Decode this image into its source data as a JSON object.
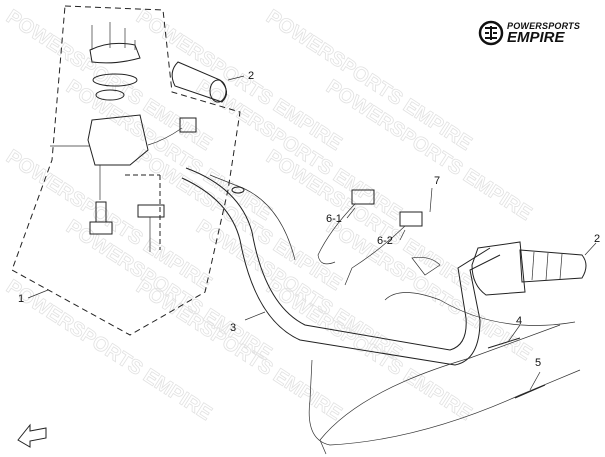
{
  "watermark": "POWERSPORTS EMPIRE",
  "logo": {
    "line1": "POWERSPORTS",
    "line2": "EMPIRE"
  },
  "callouts": [
    "1",
    "2",
    "2",
    "3",
    "4",
    "5",
    "6-1",
    "6-2",
    "7"
  ],
  "colors": {
    "line": "#222222",
    "watermark": "#e2e2e2"
  }
}
